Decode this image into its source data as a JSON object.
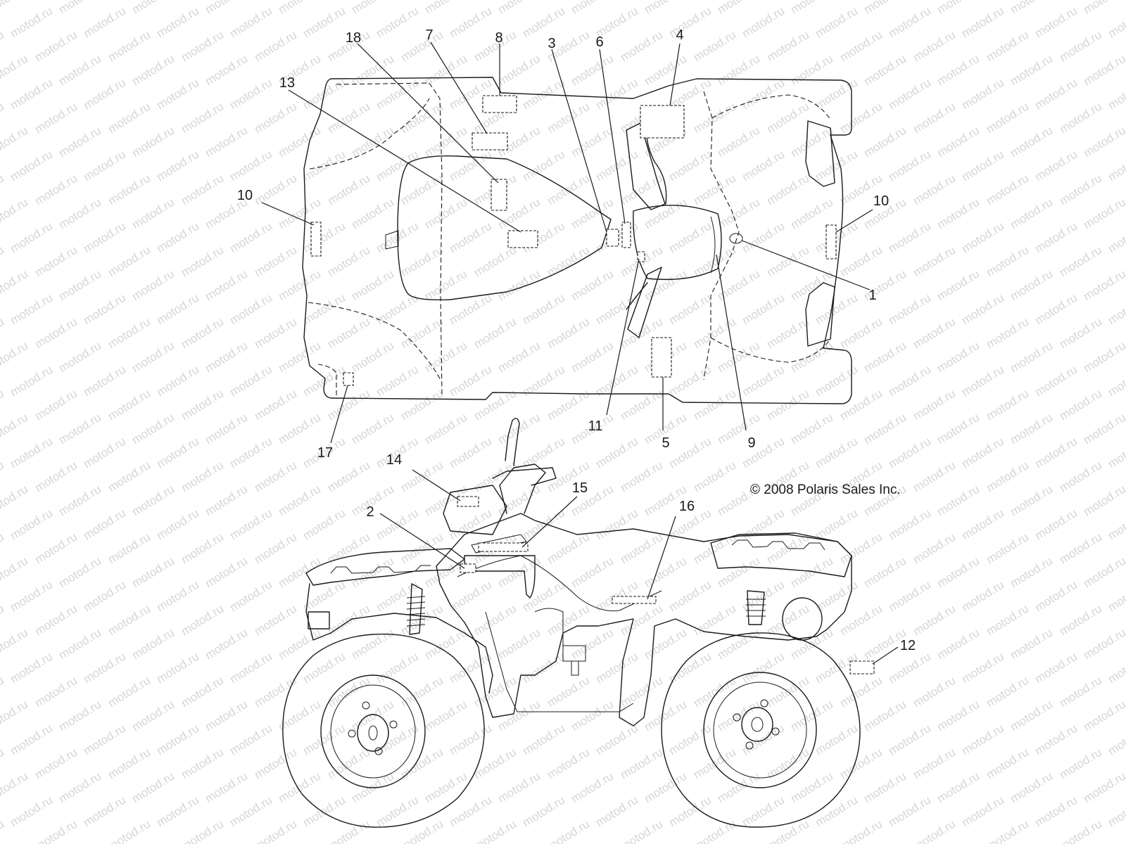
{
  "watermark": {
    "text": "motod.ru",
    "color": "#d6d6d6"
  },
  "copyright": "© 2008 Polaris Sales Inc.",
  "callouts": {
    "c1": "1",
    "c2": "2",
    "c3": "3",
    "c4": "4",
    "c5": "5",
    "c6": "6",
    "c7": "7",
    "c8": "8",
    "c9": "9",
    "c10_left": "10",
    "c10_right": "10",
    "c11": "11",
    "c12": "12",
    "c13": "13",
    "c14": "14",
    "c15": "15",
    "c16": "16",
    "c17": "17",
    "c18": "18"
  },
  "colors": {
    "line": "#1a1a1a",
    "background": "#ffffff"
  }
}
